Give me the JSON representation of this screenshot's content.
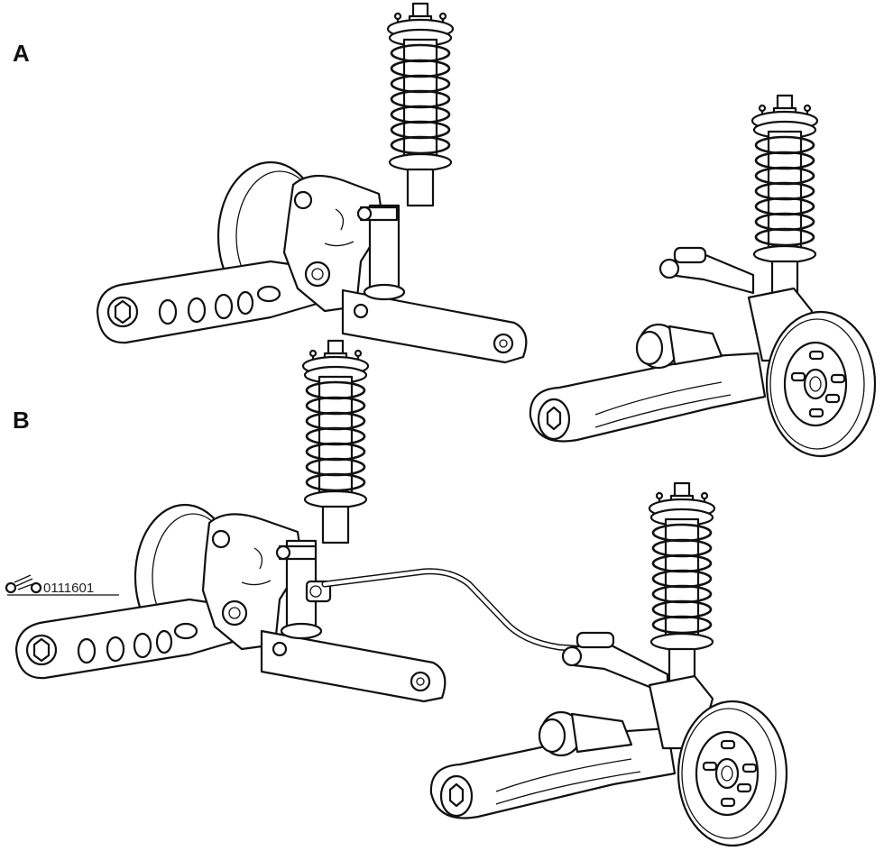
{
  "labels": {
    "variant_a": "A",
    "variant_b": "B",
    "drawing_code": "0111601"
  }
}
